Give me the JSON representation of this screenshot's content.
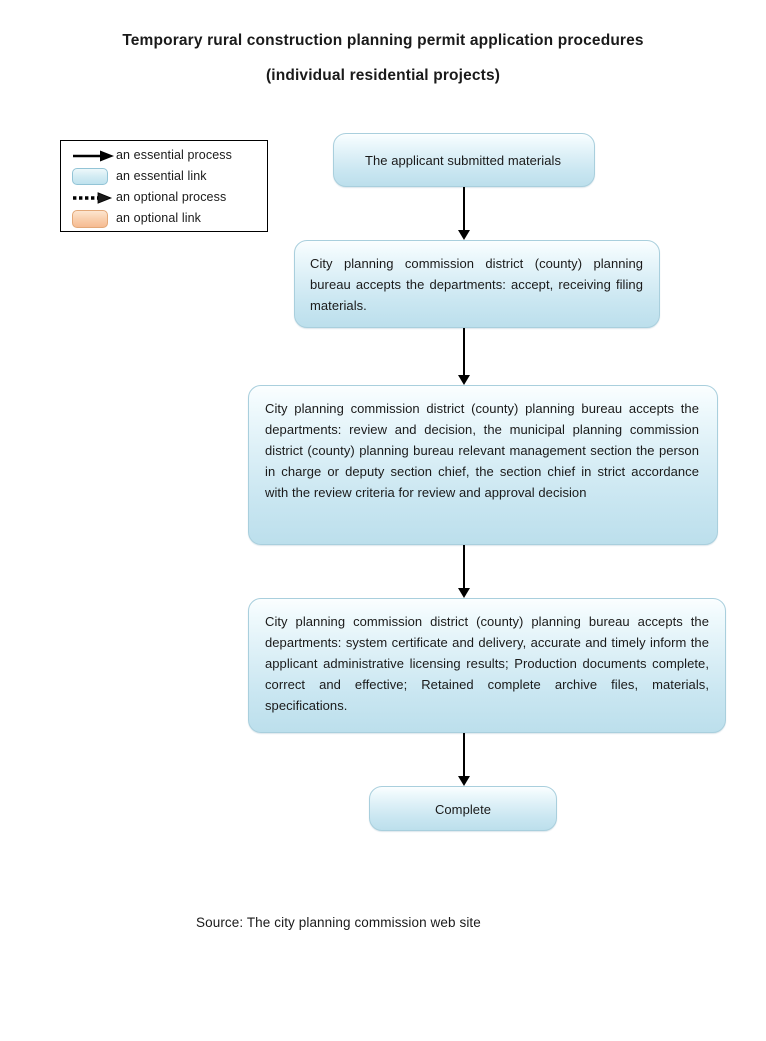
{
  "title": {
    "line1": "Temporary rural construction planning permit application procedures",
    "line2": "(individual residential projects)"
  },
  "legend": {
    "items": [
      {
        "icon": "solid-arrow-icon",
        "label": "an essential process"
      },
      {
        "icon": "blue-rounded-box-swatch",
        "label": "an essential link"
      },
      {
        "icon": "dotted-arrow-icon",
        "label": "an optional process"
      },
      {
        "icon": "orange-rounded-box-swatch",
        "label": "an optional link"
      }
    ]
  },
  "flow": {
    "nodes": [
      {
        "id": "start",
        "text": "The applicant submitted materials"
      },
      {
        "id": "accept",
        "text": "City planning commission district (county) planning bureau accepts the departments: accept, receiving filing materials."
      },
      {
        "id": "review",
        "text": "City planning commission district (county) planning bureau accepts the departments: review and decision, the municipal planning commission district (county) planning bureau relevant management section the person in charge or deputy section chief, the section chief in strict accordance with the review criteria for review and approval decision"
      },
      {
        "id": "certificate",
        "text": "City planning commission district (county) planning bureau accepts the departments: system certificate and delivery, accurate and timely inform the applicant administrative licensing results; Production documents complete, correct and effective; Retained complete archive files, materials, specifications."
      },
      {
        "id": "complete",
        "text": "Complete"
      }
    ]
  },
  "source": {
    "text": "Source: The city planning commission web site"
  },
  "colors": {
    "node_border": "#a9cfdd",
    "node_fill_top": "#fbfeff",
    "node_fill_bottom": "#bcdfec",
    "legend_orange_fill": "#f6bb92",
    "arrow": "#000000",
    "text": "#1a1a1a"
  }
}
